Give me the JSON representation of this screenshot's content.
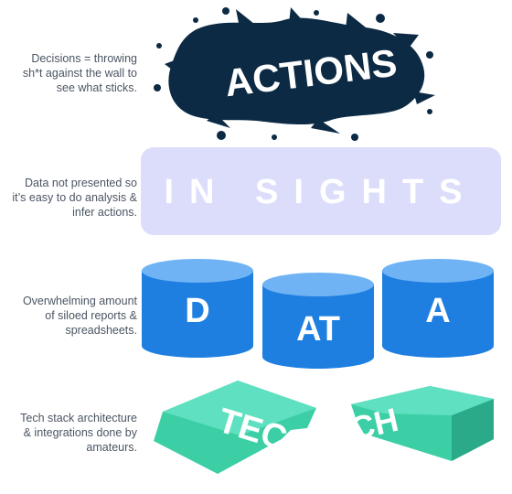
{
  "notes": {
    "actions": [
      "Decisions = throwing",
      "sh*t against the wall to",
      "see what sticks."
    ],
    "insights": [
      "Data not presented so",
      "it’s easy to do analysis &",
      "infer actions."
    ],
    "data": [
      "Overwhelming amount",
      "of siloed reports &",
      "spreadsheets."
    ],
    "tech": [
      "Tech stack architecture",
      "& integrations done by",
      "amateurs."
    ]
  },
  "layers": {
    "actions": "ACTIONS",
    "insights": "IN SIGHTS",
    "data": [
      "D",
      "AT",
      "A"
    ],
    "tech": [
      "TEC",
      "CH"
    ]
  },
  "colors": {
    "splat": "#0c2a44",
    "insights_box": "#dcddfb",
    "cylinder_body": "#1f7fe0",
    "cylinder_top": "#6fb3f5",
    "tech_front": "#3ccfa5",
    "tech_top": "#5fe0c0",
    "tech_side": "#2aaa88"
  }
}
